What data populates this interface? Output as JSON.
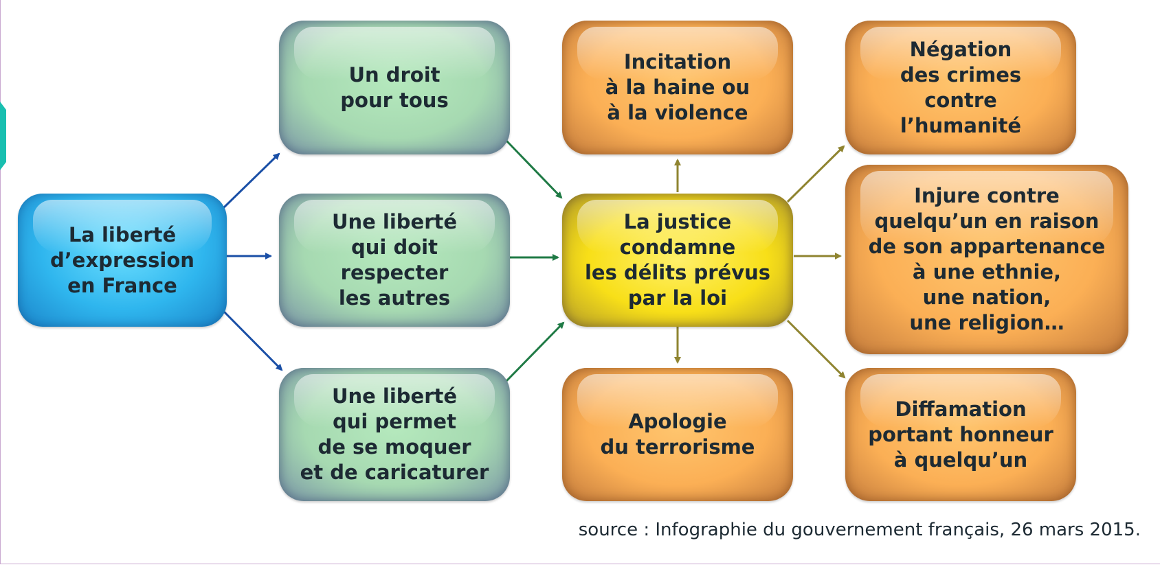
{
  "colors": {
    "blue_arrow": "#1a4fa6",
    "green_arrow": "#1f7a45",
    "olive_arrow": "#8f8430"
  },
  "diagram": {
    "root": "La liberté\nd’expression\nen France",
    "principles": {
      "droit": "Un droit\npour tous",
      "respect": "Une liberté\nqui doit\nrespecter\nles autres",
      "moquer": "Une liberté\nqui permet\nde se moquer\net de caricaturer"
    },
    "justice": "La justice\ncondamne\nles délits prévus\npar la loi",
    "offences": {
      "haine": "Incitation\nà la haine ou\nà la violence",
      "terrorisme": "Apologie\ndu terrorisme",
      "negation": "Négation\ndes crimes\ncontre\nl’humanité",
      "injure": "Injure contre\nquelqu’un en raison\nde son appartenance\nà une ethnie,\nune nation,\nune religion…",
      "diffamation": "Diffamation\nportant honneur\nà quelqu’un"
    }
  },
  "source": "source : Infographie du gouvernement français, 26 mars 2015."
}
